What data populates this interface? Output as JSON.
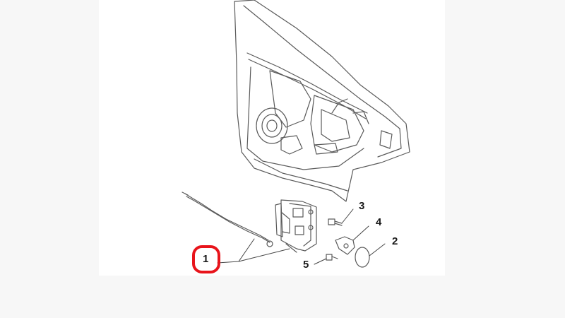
{
  "diagram": {
    "callouts": [
      {
        "id": "1",
        "label": "1",
        "highlighted": true
      },
      {
        "id": "2",
        "label": "2"
      },
      {
        "id": "3",
        "label": "3"
      },
      {
        "id": "4",
        "label": "4"
      },
      {
        "id": "5",
        "label": "5"
      }
    ],
    "highlight_color": "#e8141b",
    "line_color": "#555555"
  }
}
